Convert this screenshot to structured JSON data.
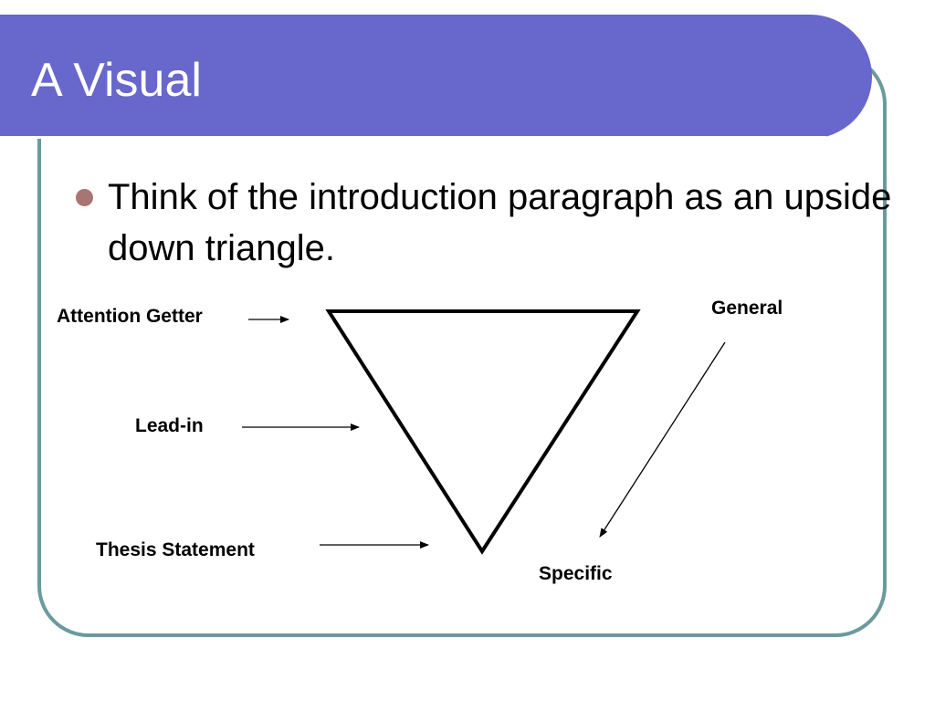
{
  "slide": {
    "title": "A Visual",
    "bullet": "Think of the introduction paragraph as an upside down triangle."
  },
  "diagram": {
    "shape": "inverted-triangle",
    "left_labels": [
      "Attention Getter",
      "Lead-in",
      "Thesis Statement"
    ],
    "scale_top_label": "General",
    "scale_bottom_label": "Specific"
  },
  "colors": {
    "title_band": "#6767cc",
    "frame_border": "#6a9a9c",
    "bullet_dot": "#a97474"
  }
}
